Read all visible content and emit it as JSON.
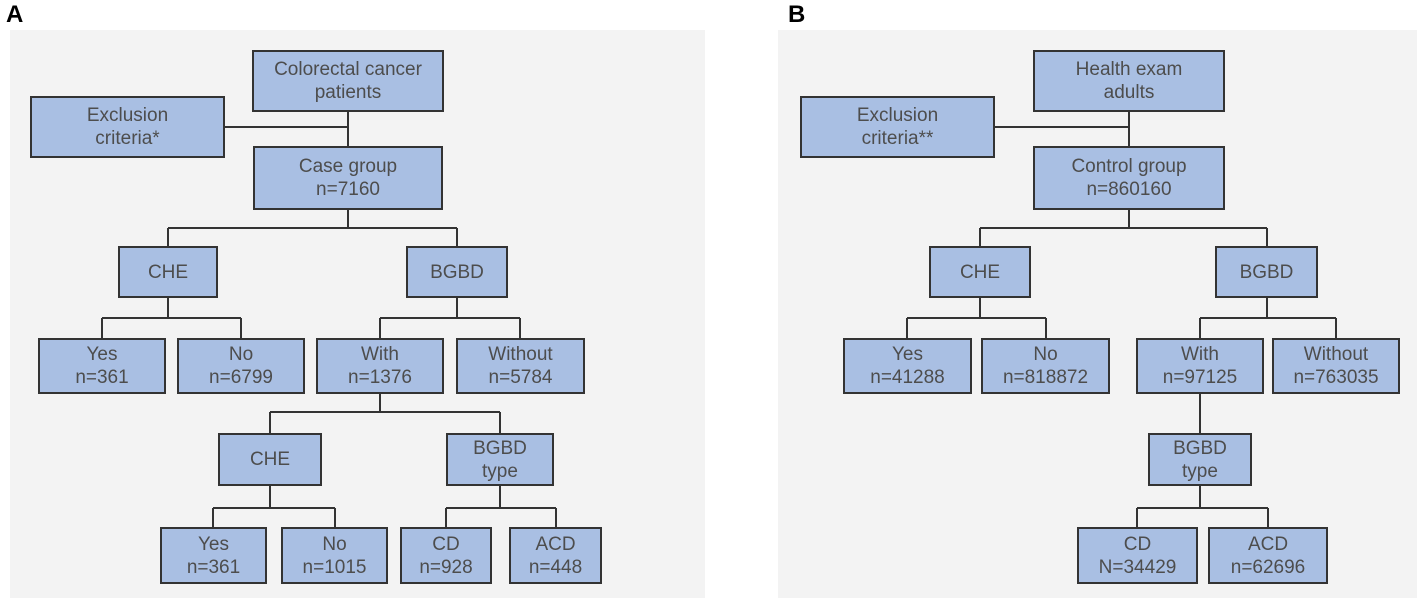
{
  "colors": {
    "box_fill": "#a9bfe3",
    "box_border": "#333333",
    "text": "#4d4d4d",
    "panel_bg": "#f3f3f3"
  },
  "panel_a": {
    "label": "A",
    "root": [
      "Colorectal cancer",
      "patients"
    ],
    "exclusion": [
      "Exclusion",
      "criteria*"
    ],
    "group": [
      "Case group",
      "n=7160"
    ],
    "che": "CHE",
    "bgbd": "BGBD",
    "che_yes": [
      "Yes",
      "n=361"
    ],
    "che_no": [
      "No",
      "n=6799"
    ],
    "bgbd_with": [
      "With",
      "n=1376"
    ],
    "bgbd_without": [
      "Without",
      "n=5784"
    ],
    "with_che": "CHE",
    "with_bgbd_type": [
      "BGBD",
      "type"
    ],
    "with_che_yes": [
      "Yes",
      "n=361"
    ],
    "with_che_no": [
      "No",
      "n=1015"
    ],
    "type_cd": [
      "CD",
      "n=928"
    ],
    "type_acd": [
      "ACD",
      "n=448"
    ]
  },
  "panel_b": {
    "label": "B",
    "root": [
      "Health exam",
      "adults"
    ],
    "exclusion": [
      "Exclusion",
      "criteria**"
    ],
    "group": [
      "Control group",
      "n=860160"
    ],
    "che": "CHE",
    "bgbd": "BGBD",
    "che_yes": [
      "Yes",
      "n=41288"
    ],
    "che_no": [
      "No",
      "n=818872"
    ],
    "bgbd_with": [
      "With",
      "n=97125"
    ],
    "bgbd_without": [
      "Without",
      "n=763035"
    ],
    "with_bgbd_type": [
      "BGBD",
      "type"
    ],
    "type_cd": [
      "CD",
      "N=34429"
    ],
    "type_acd": [
      "ACD",
      "n=62696"
    ]
  }
}
